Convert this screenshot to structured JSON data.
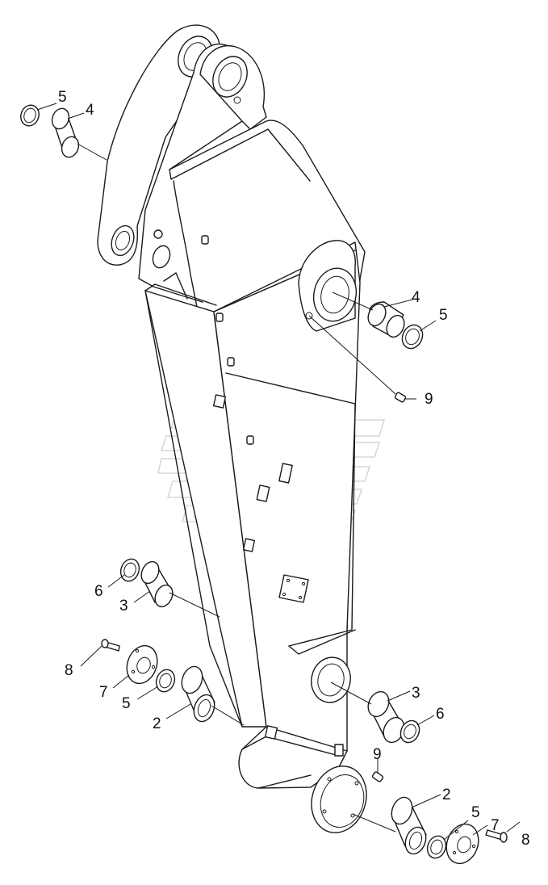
{
  "diagram": {
    "callouts": [
      {
        "id": "c-5-top",
        "label": "5"
      },
      {
        "id": "c-4-top",
        "label": "4"
      },
      {
        "id": "c-4-mid",
        "label": "4"
      },
      {
        "id": "c-5-mid",
        "label": "5"
      },
      {
        "id": "c-9-mid",
        "label": "9"
      },
      {
        "id": "c-6-left",
        "label": "6"
      },
      {
        "id": "c-3-left",
        "label": "3"
      },
      {
        "id": "c-8-left",
        "label": "8"
      },
      {
        "id": "c-7-left",
        "label": "7"
      },
      {
        "id": "c-5-left",
        "label": "5"
      },
      {
        "id": "c-2-left",
        "label": "2"
      },
      {
        "id": "c-3-right",
        "label": "3"
      },
      {
        "id": "c-6-right",
        "label": "6"
      },
      {
        "id": "c-9-bottom",
        "label": "9"
      },
      {
        "id": "c-2-right",
        "label": "2"
      },
      {
        "id": "c-5-right",
        "label": "5"
      },
      {
        "id": "c-7-right",
        "label": "7"
      },
      {
        "id": "c-8-right",
        "label": "8"
      }
    ]
  }
}
